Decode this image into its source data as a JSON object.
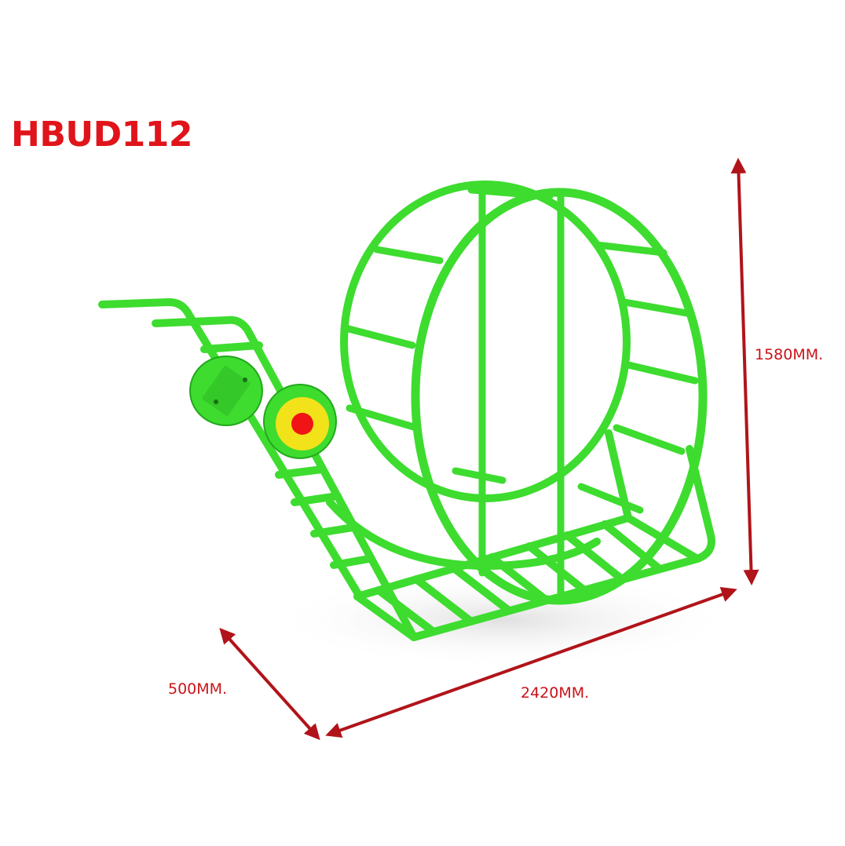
{
  "product": {
    "code": "HBUD112"
  },
  "dimensions": {
    "height": "1580MM.",
    "depth": "500MM.",
    "width": "2420MM."
  },
  "colors": {
    "frame": "#3ddc2f",
    "frame_dark": "#22a81a",
    "title": "#e0141a",
    "arrow": "#b0141a",
    "target_outer": "#3ddc2f",
    "target_middle": "#f2e21a",
    "target_center": "#f01414"
  },
  "icons": {
    "wheel": "running-wheel",
    "target": "target-disc",
    "plate": "round-plate"
  }
}
